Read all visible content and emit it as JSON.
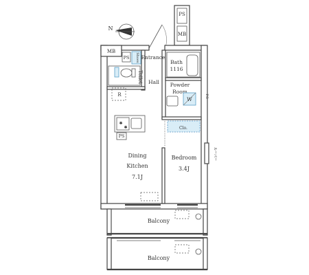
{
  "rooms": {
    "entrance": "Entrance",
    "bath": "Bath",
    "bath_size": "1116",
    "hall": "Hall",
    "toilet": "Toilet",
    "shoes": "Shoes",
    "powder_line1": "Powder",
    "powder_line2": "Room",
    "washer": "W",
    "refrigerator": "R",
    "dining_line1": "Dining",
    "dining_line2": "Kitchen",
    "dining_size": "7.1J",
    "bedroom": "Bedroom",
    "bedroom_size": "3.4J",
    "closet": "Clo.",
    "balcony_upper": "Balcony",
    "balcony_lower": "Balcony"
  },
  "shafts": {
    "ps_top": "PS",
    "mb_top": "MB",
    "mb_left": "MB",
    "ps_entrance": "PS",
    "ps_kitchen": "PS"
  },
  "side_notes": {
    "right_upper": "P.S",
    "right_lower": "ルーバー"
  },
  "compass": {
    "north_label": "N"
  }
}
